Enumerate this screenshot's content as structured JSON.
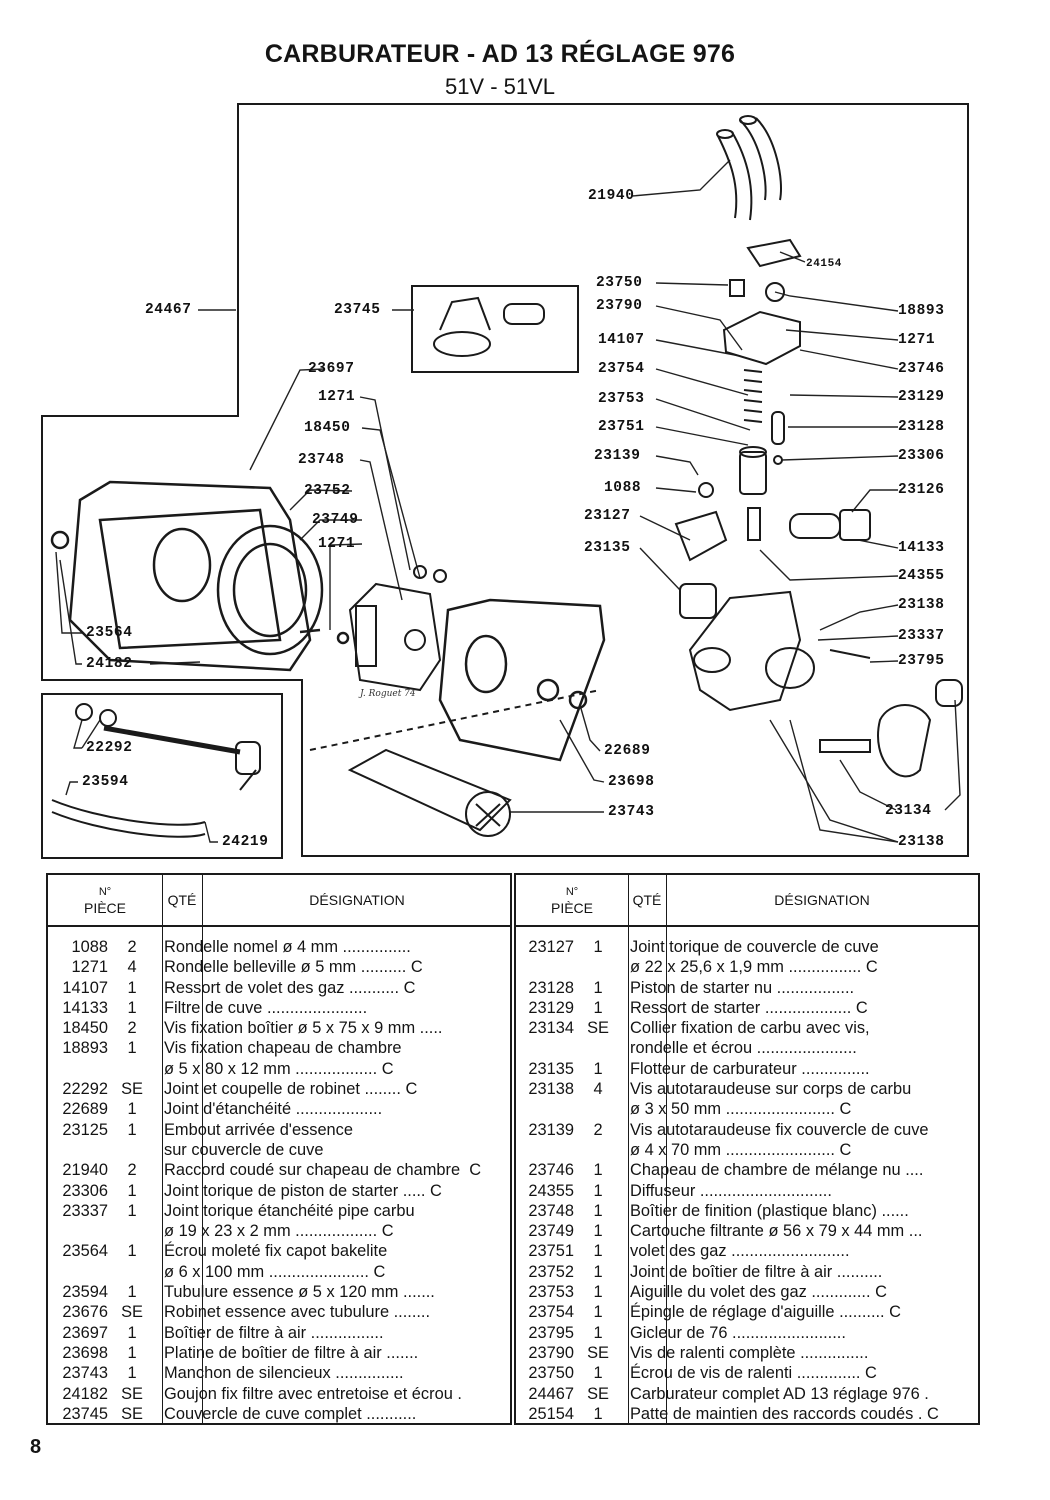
{
  "header": {
    "title": "CARBURATEUR - AD 13 RÉGLAGE 976",
    "subtitle": "51V - 51VL"
  },
  "figure": {
    "callouts": [
      "21940",
      "24154",
      "24467",
      "23745",
      "23750",
      "23790",
      "14107",
      "23754",
      "23753",
      "23751",
      "23139",
      "1088",
      "23127",
      "23135",
      "18893",
      "1271",
      "23746",
      "23129",
      "23128",
      "23306",
      "23126",
      "14133",
      "24355",
      "23138",
      "23337",
      "23795",
      "23134",
      "23138",
      "23697",
      "1271",
      "18450",
      "23748",
      "23752",
      "23749",
      "1271",
      "23564",
      "24182",
      "22292",
      "23594",
      "24219",
      "22689",
      "23698",
      "23743"
    ],
    "signature": "J. Roguet 74"
  },
  "table": {
    "headers": {
      "num": "N° PIÈCE",
      "num_line1": "N°",
      "num_line2": "PIÈCE",
      "qty": "QTÉ",
      "designation": "DÉSIGNATION"
    },
    "left": [
      {
        "num": "1088",
        "qty": "2",
        "lines": [
          "Rondelle nomel ø 4 mm ..............."
        ]
      },
      {
        "num": "1271",
        "qty": "4",
        "lines": [
          "Rondelle belleville ø 5 mm .......... C"
        ]
      },
      {
        "num": "14107",
        "qty": "1",
        "lines": [
          "Ressort de volet des gaz ........... C"
        ]
      },
      {
        "num": "14133",
        "qty": "1",
        "lines": [
          "Filtre de cuve ......................"
        ]
      },
      {
        "num": "18450",
        "qty": "2",
        "lines": [
          "Vis fixation boîtier ø 5 x 75 x 9 mm ....."
        ]
      },
      {
        "num": "18893",
        "qty": "1",
        "lines": [
          "Vis fixation chapeau de chambre",
          "ø 5 x 80 x 12 mm .................. C"
        ]
      },
      {
        "num": "22292",
        "qty": "SE",
        "lines": [
          "Joint et coupelle de robinet ........ C"
        ]
      },
      {
        "num": "22689",
        "qty": "1",
        "lines": [
          "Joint d'étanchéité ..................."
        ]
      },
      {
        "num": "23125",
        "qty": "1",
        "lines": [
          "Embout arrivée d'essence",
          "sur couvercle de cuve"
        ]
      },
      {
        "num": "21940",
        "qty": "2",
        "lines": [
          "Raccord coudé sur chapeau de chambre  C"
        ]
      },
      {
        "num": "23306",
        "qty": "1",
        "lines": [
          "Joint torique de piston de starter ..... C"
        ]
      },
      {
        "num": "23337",
        "qty": "1",
        "lines": [
          "Joint torique étanchéité pipe carbu",
          "ø 19 x 23 x 2 mm .................. C"
        ]
      },
      {
        "num": "23564",
        "qty": "1",
        "lines": [
          "Écrou moleté fix capot bakelite",
          "ø 6 x 100 mm ...................... C"
        ]
      },
      {
        "num": "23594",
        "qty": "1",
        "lines": [
          "Tubulure essence ø 5 x 120 mm ......."
        ]
      },
      {
        "num": "23676",
        "qty": "SE",
        "lines": [
          "Robinet essence avec tubulure ........"
        ]
      },
      {
        "num": "23697",
        "qty": "1",
        "lines": [
          "Boîtier de filtre à air ................"
        ]
      },
      {
        "num": "23698",
        "qty": "1",
        "lines": [
          "Platine de boîtier de filtre à air ......."
        ]
      },
      {
        "num": "23743",
        "qty": "1",
        "lines": [
          "Manchon de silencieux ..............."
        ]
      },
      {
        "num": "24182",
        "qty": "SE",
        "lines": [
          "Goujon fix filtre avec entretoise et écrou ."
        ]
      },
      {
        "num": "23745",
        "qty": "SE",
        "lines": [
          "Couvercle de cuve complet ..........."
        ]
      }
    ],
    "right": [
      {
        "num": "23127",
        "qty": "1",
        "lines": [
          "Joint torique de couvercle de cuve",
          "ø 22 x 25,6 x 1,9 mm ................ C"
        ]
      },
      {
        "num": "23128",
        "qty": "1",
        "lines": [
          "Piston de starter nu ................."
        ]
      },
      {
        "num": "23129",
        "qty": "1",
        "lines": [
          "Ressort de starter ................... C"
        ]
      },
      {
        "num": "23134",
        "qty": "SE",
        "lines": [
          "Collier fixation de carbu avec vis,",
          "rondelle et écrou ......................"
        ]
      },
      {
        "num": "23135",
        "qty": "1",
        "lines": [
          "Flotteur de carburateur ..............."
        ]
      },
      {
        "num": "23138",
        "qty": "4",
        "lines": [
          "Vis autotaraudeuse sur corps de carbu",
          "ø 3 x 50 mm ........................ C"
        ]
      },
      {
        "num": "23139",
        "qty": "2",
        "lines": [
          "Vis autotaraudeuse fix couvercle de cuve",
          "ø 4 x 70 mm ........................ C"
        ]
      },
      {
        "num": "23746",
        "qty": "1",
        "lines": [
          "Chapeau de chambre de mélange nu ...."
        ]
      },
      {
        "num": "24355",
        "qty": "1",
        "lines": [
          "Diffuseur ............................."
        ]
      },
      {
        "num": "23748",
        "qty": "1",
        "lines": [
          "Boîtier de finition (plastique blanc) ......"
        ]
      },
      {
        "num": "23749",
        "qty": "1",
        "lines": [
          "Cartouche filtrante ø 56 x 79 x 44 mm ..."
        ]
      },
      {
        "num": "23751",
        "qty": "1",
        "lines": [
          "volet des gaz .........................."
        ]
      },
      {
        "num": "23752",
        "qty": "1",
        "lines": [
          "Joint de boîtier de filtre à air .........."
        ]
      },
      {
        "num": "23753",
        "qty": "1",
        "lines": [
          "Aiguille du volet des gaz ............. C"
        ]
      },
      {
        "num": "23754",
        "qty": "1",
        "lines": [
          "Épingle de réglage d'aiguille .......... C"
        ]
      },
      {
        "num": "23795",
        "qty": "1",
        "lines": [
          "Gicleur de 76 ........................."
        ]
      },
      {
        "num": "23790",
        "qty": "SE",
        "lines": [
          "Vis de ralenti complète ..............."
        ]
      },
      {
        "num": "23750",
        "qty": "1",
        "lines": [
          "Écrou de vis de ralenti .............. C"
        ]
      },
      {
        "num": "24467",
        "qty": "SE",
        "lines": [
          "Carburateur complet AD 13 réglage 976 ."
        ]
      },
      {
        "num": "25154",
        "qty": "1",
        "lines": [
          "Patte de maintien des raccords coudés . C"
        ]
      }
    ]
  },
  "footer": {
    "page_number": "8"
  }
}
